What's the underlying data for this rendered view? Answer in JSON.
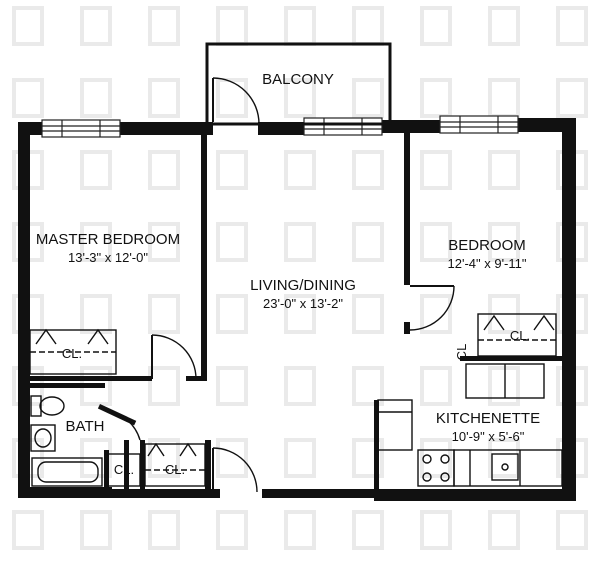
{
  "rooms": {
    "balcony": {
      "name": "BALCONY"
    },
    "master_bedroom": {
      "name": "MASTER BEDROOM",
      "dimensions": "13'-3\" x 12'-0\""
    },
    "living_dining": {
      "name": "LIVING/DINING",
      "dimensions": "23'-0\" x 13'-2\""
    },
    "bedroom": {
      "name": "BEDROOM",
      "dimensions": "12'-4\" x 9'-11\""
    },
    "bath": {
      "name": "BATH"
    },
    "kitchenette": {
      "name": "KITCHENETTE",
      "dimensions": "10'-9\" x 5'-6\""
    }
  },
  "closets": {
    "master": "CL.",
    "bedroom": "CL.",
    "bath": "CL.",
    "hall": "CL.",
    "kitchen": "CL"
  },
  "colors": {
    "wall": "#111111",
    "watermark": "#eaeaea",
    "background": "#ffffff"
  }
}
